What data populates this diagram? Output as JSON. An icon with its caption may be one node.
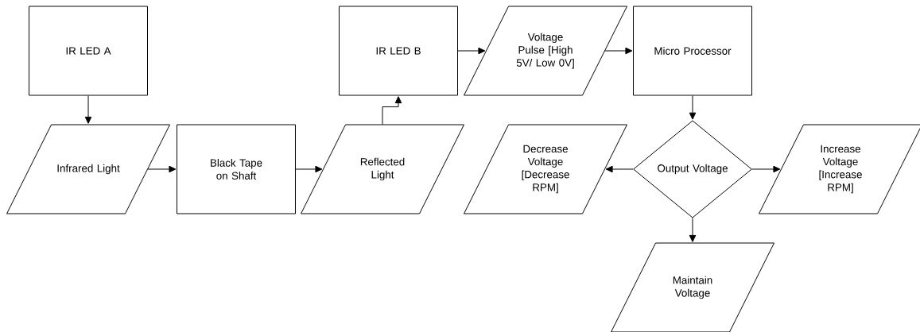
{
  "diagram": {
    "nodes": [
      {
        "text": [
          "IR LED A"
        ]
      },
      {
        "text": [
          "Infrared Light"
        ]
      },
      {
        "text": [
          "Black Tape on Shaft"
        ]
      },
      {
        "text": [
          "Reflected Light"
        ]
      },
      {
        "text": [
          "IR LED B"
        ]
      },
      {
        "text": [
          "Voltage Pulse [High 5V/ Low 0V]"
        ]
      },
      {
        "text": [
          "Micro Processor"
        ]
      },
      {
        "text": [
          "Output Voltage"
        ]
      },
      {
        "text": [
          "Decrease Voltage [Decrease RPM]"
        ]
      },
      {
        "text": [
          "Increase Voltage [Increase RPM]"
        ]
      },
      {
        "text": [
          "Maintain Voltage"
        ]
      }
    ],
    "edges": [
      {
        "from": 0,
        "to": 1,
        "arrow": "to"
      },
      {
        "from": 1,
        "to": 2,
        "arrow": "to"
      },
      {
        "from": 2,
        "to": 3,
        "arrow": "to"
      },
      {
        "from": 3,
        "to": 4,
        "arrow": "to"
      },
      {
        "from": 4,
        "to": 5,
        "arrow": "to"
      },
      {
        "from": 5,
        "to": 6,
        "arrow": "to"
      },
      {
        "from": 6,
        "to": 7,
        "arrow": "to"
      },
      {
        "from": 7,
        "to": 8,
        "arrow": "to"
      },
      {
        "from": 7,
        "to": 9,
        "arrow": "to"
      },
      {
        "from": 7,
        "to": 10,
        "arrow": "to"
      }
    ]
  }
}
